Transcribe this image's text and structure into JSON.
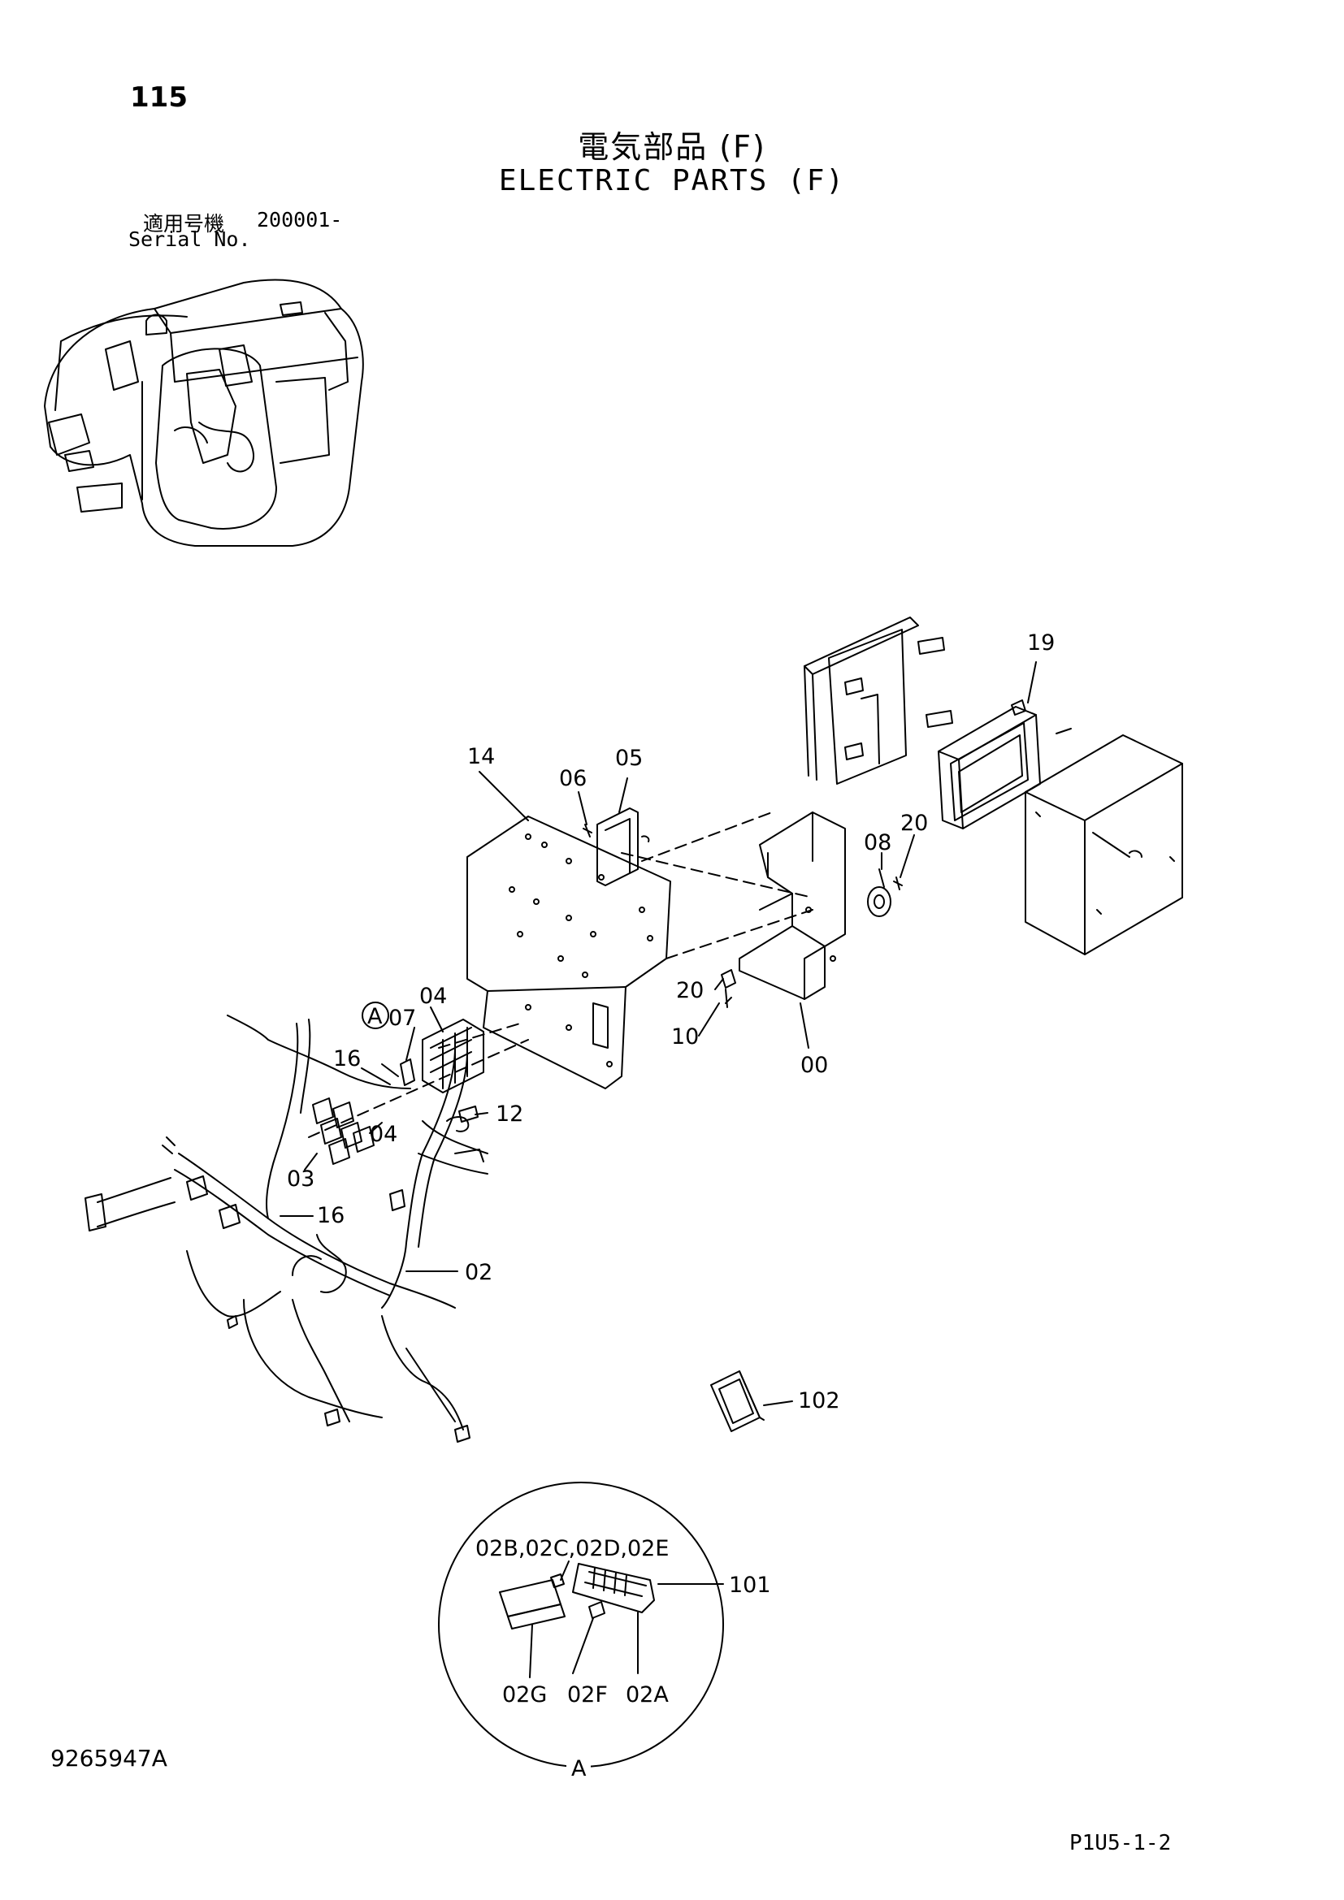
{
  "page": {
    "page_number": "115",
    "title_jp": "電気部品 (F)",
    "title_en": "ELECTRIC PARTS (F)",
    "serial_label_jp": "適用号機",
    "serial_value": "200001-",
    "serial_label_en": "Serial No.",
    "document_number": "9265947A",
    "page_code": "P1U5-1-2"
  },
  "callouts": {
    "c19": "19",
    "c14": "14",
    "c06": "06",
    "c05": "05",
    "c08": "08",
    "c20a": "20",
    "c04a": "04",
    "c07": "07",
    "c16a": "16",
    "cA": "A",
    "c20b": "20",
    "c10": "10",
    "c00": "00",
    "c12": "12",
    "c04b": "04",
    "c03": "03",
    "c16b": "16",
    "c02": "02",
    "c102": "102",
    "c02bcde": "02B,02C,02D,02E",
    "c101": "101",
    "c02g": "02G",
    "c02f": "02F",
    "c02a": "02A",
    "detailA": "A"
  }
}
